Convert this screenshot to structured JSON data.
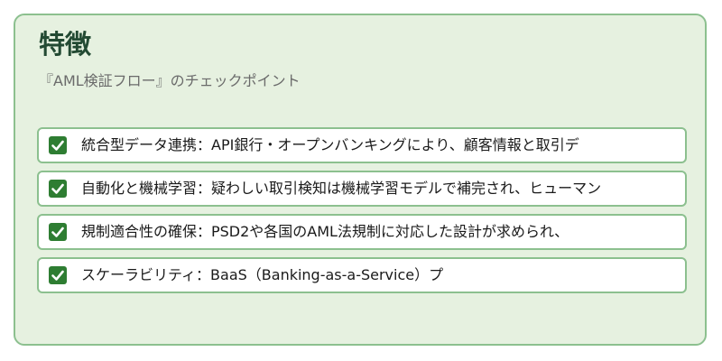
{
  "section": {
    "title": "特徴",
    "subtitle": "『AML検証フロー』のチェックポイント"
  },
  "colors": {
    "card_background": "#e6f1e0",
    "border": "#8cc08f",
    "title": "#234a33",
    "check_fill": "#2e7d32"
  },
  "items": [
    {
      "checked": true,
      "icon": "checkbox-checked-icon",
      "text": "統合型データ連携：API銀行・オープンバンキングにより、顧客情報と取引デ"
    },
    {
      "checked": true,
      "icon": "checkbox-checked-icon",
      "text": "自動化と機械学習：疑わしい取引検知は機械学習モデルで補完され、ヒューマン"
    },
    {
      "checked": true,
      "icon": "checkbox-checked-icon",
      "text": "規制適合性の確保：PSD2や各国のAML法規制に対応した設計が求められ、"
    },
    {
      "checked": true,
      "icon": "checkbox-checked-icon",
      "text": "スケーラビリティ：BaaS（Banking-as-a-Service）プ"
    }
  ]
}
